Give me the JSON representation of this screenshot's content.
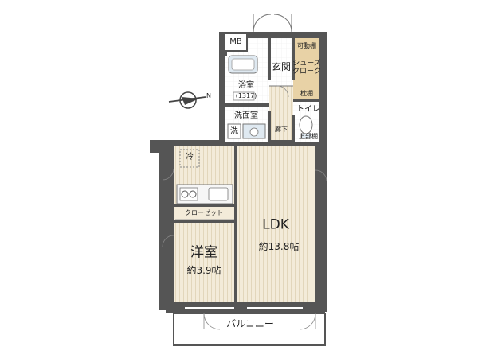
{
  "rooms": {
    "mb": "MB",
    "genkan": "玄関",
    "movable_shelf": "可動棚",
    "shoe_cloak_1": "シューズ",
    "shoe_cloak_2": "クローク",
    "shelf": "枕棚",
    "bath": "浴室",
    "bath_size": "(1317)",
    "toilet": "トイレ",
    "upper_shelf": "上部棚",
    "washroom": "洗面室",
    "washer": "洗",
    "hallway": "廊下",
    "fridge": "冷",
    "closet": "クローゼット",
    "ldk": "LDK",
    "ldk_size": "約13.8帖",
    "bedroom": "洋室",
    "bedroom_size": "約3.9帖",
    "balcony": "バルコニー"
  },
  "compass": {
    "direction": "N"
  },
  "colors": {
    "wall": "#555555",
    "floor_wood": "#f3ebd9",
    "floor_tile": "#ffffff",
    "wood_grain": "#e6dcc3",
    "shelf_fill": "#e8d2a6",
    "fixture_blue": "#dfe9f1"
  }
}
